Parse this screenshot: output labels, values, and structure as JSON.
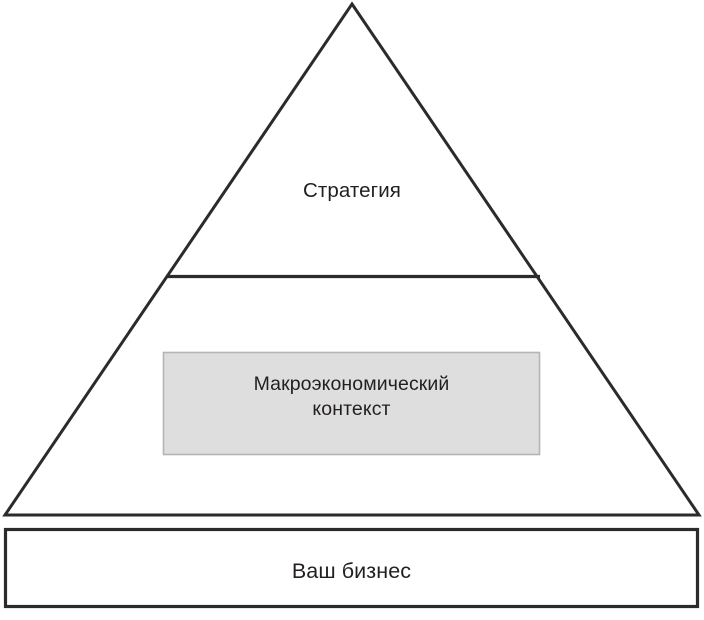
{
  "diagram": {
    "type": "pyramid-hierarchy",
    "title": "",
    "background_color": "#ffffff",
    "stroke_color": "#2b2b2b",
    "text_color": "#231f20",
    "levels": [
      {
        "id": "strategy",
        "label": "Стратегия",
        "shape": "triangle-apex",
        "fill": "#ffffff",
        "order": 1
      },
      {
        "id": "macro",
        "label": "Макроэкономический\nконтекст",
        "shape": "rectangle-inset",
        "fill": "#dedede",
        "border_color": "#b3b3b3",
        "order": 2
      },
      {
        "id": "business",
        "label": "Ваш бизнес",
        "shape": "rectangle-base",
        "fill": "#ffffff",
        "border_color": "#2b2b2b",
        "order": 3
      }
    ],
    "geometry": {
      "triangle_apex": "352,3",
      "triangle_left": "3,516",
      "triangle_right": "700,516",
      "divider_line": "166,276 540,276",
      "macro_box": "163,352 377x103",
      "base_bar": "4,528 695x80"
    }
  }
}
